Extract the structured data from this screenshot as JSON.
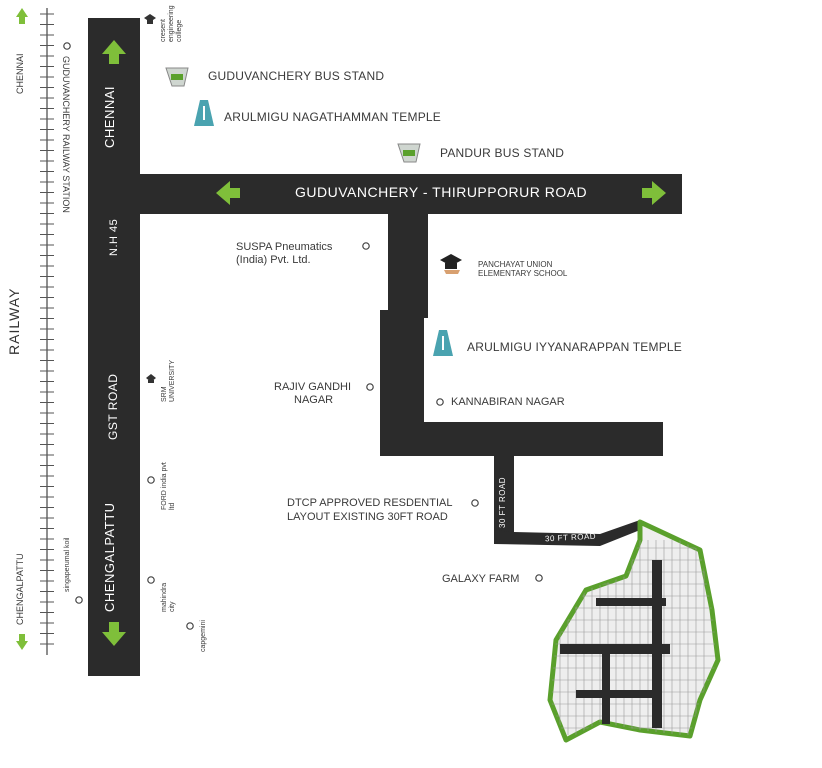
{
  "roads": {
    "nh45_top": "CHENNAI",
    "nh45_name": "N.H 45",
    "nh45_mid": "GST ROAD",
    "nh45_bottom": "CHENGALPATTU",
    "main_road": "GUDUVANCHERY - THIRUPPORUR ROAD",
    "road_30ft_vertical": "30 FT ROAD",
    "road_30ft_horizontal": "30 FT ROAD"
  },
  "railway": {
    "label": "RAILWAY",
    "top": "CHENNAI",
    "bottom": "CHENGALPATTU",
    "station": "GUDUVANCHERY RAILWAY STATION",
    "station_bottom": "singaperumal koil"
  },
  "landmarks": {
    "crescent": "cresent engineering college",
    "gud_bus": "GUDUVANCHERY BUS STAND",
    "naga_temple": "ARULMIGU NAGATHAMMAN TEMPLE",
    "pandur_bus": "PANDUR BUS STAND",
    "suspa_1": "SUSPA Pneumatics",
    "suspa_2": "(India) Pvt. Ltd.",
    "school_1": "PANCHAYAT UNION",
    "school_2": "ELEMENTARY SCHOOL",
    "iyyanar_temple": "ARULMIGU IYYANARAPPAN TEMPLE",
    "rajiv_1": "RAJIV GANDHI",
    "rajiv_2": "NAGAR",
    "kannabiran": "KANNABIRAN NAGAR",
    "srm": "SRM UNIVERSITY",
    "ford": "FORD india pvt ltd",
    "dtcp_1": "DTCP APPROVED RESDENTIAL",
    "dtcp_2": "LAYOUT EXISTING 30FT ROAD",
    "mahindra": "mahindra city",
    "capgemini": "capgemini",
    "galaxy": "GALAXY FARM"
  },
  "colors": {
    "road": "#2b2b2b",
    "arrow": "#7fbf3a",
    "temple": "#4aa3b0",
    "hedge": "#5aa02c"
  }
}
